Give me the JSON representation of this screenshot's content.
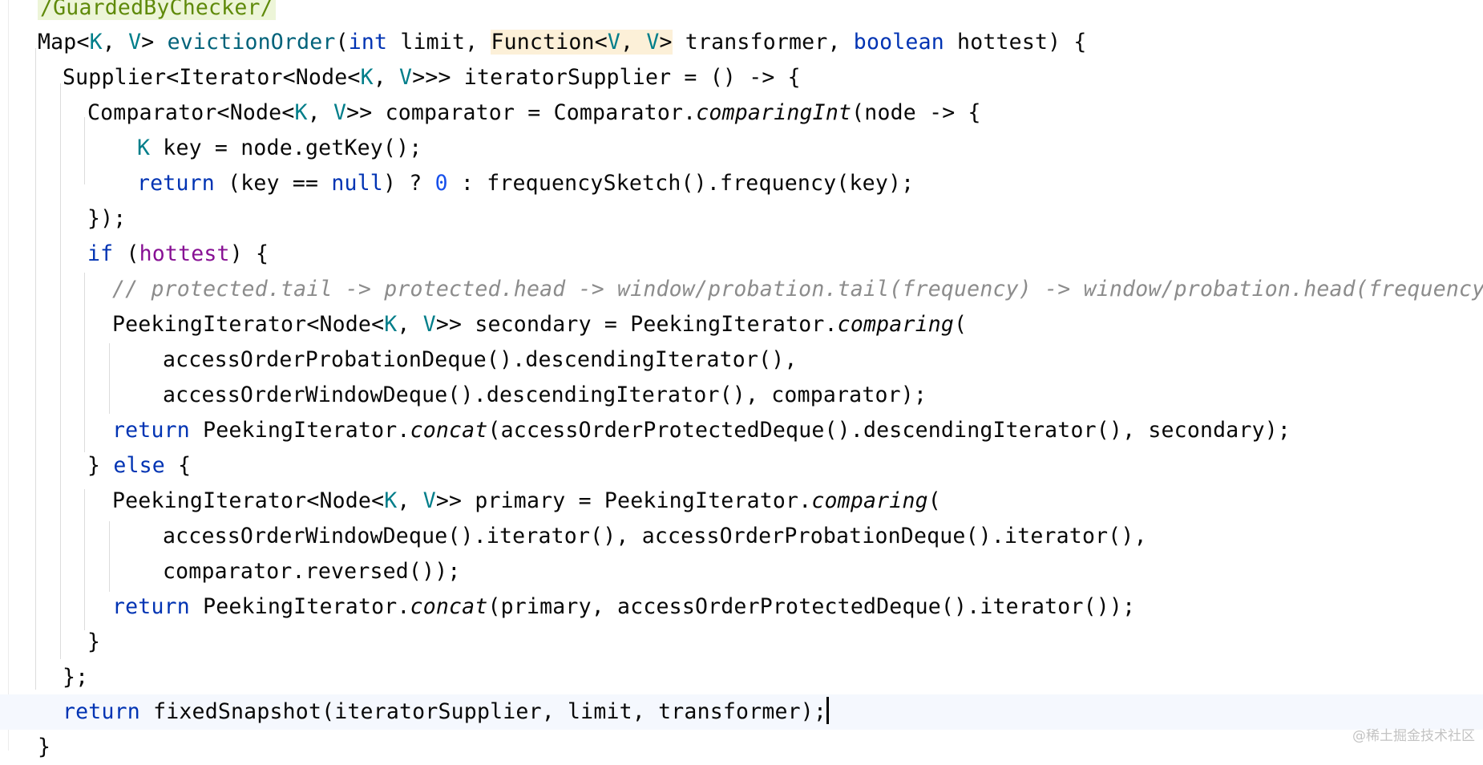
{
  "annotation": "/GuardedByChecker/",
  "lines": {
    "l1": {
      "a": "Map<",
      "b": "K",
      "c": ", ",
      "d": "V",
      "e": "> ",
      "f": "evictionOrder",
      "g": "(",
      "h": "int",
      "i": " limit, ",
      "j": "Function<",
      "k": "V",
      "l": ", ",
      "m": "V",
      "n": ">",
      "o": " transformer, ",
      "p": "boolean",
      "q": " hottest) {"
    },
    "l2": {
      "a": "Supplier<Iterator<Node<",
      "b": "K",
      "c": ", ",
      "d": "V",
      "e": ">>> iteratorSupplier = () -> {"
    },
    "l3": {
      "a": "Comparator<Node<",
      "b": "K",
      "c": ", ",
      "d": "V",
      "e": ">> comparator = Comparator.",
      "f": "comparingInt",
      "g": "(node -> {"
    },
    "l4": {
      "a": "K",
      "b": " key = node.getKey();"
    },
    "l5": {
      "a": "return",
      "b": " (key == ",
      "c": "null",
      "d": ") ? ",
      "e": "0",
      "f": " : frequencySketch().frequency(key);"
    },
    "l6": {
      "a": "});"
    },
    "l7": {
      "a": "if",
      "b": " (",
      "c": "hottest",
      "d": ") {"
    },
    "l8": {
      "a": "// protected.tail -> protected.head -> window/probation.tail(frequency) -> window/probation.head(frequency)"
    },
    "l9": {
      "a": "PeekingIterator<Node<",
      "b": "K",
      "c": ", ",
      "d": "V",
      "e": ">> secondary = PeekingIterator.",
      "f": "comparing",
      "g": "("
    },
    "l10": {
      "a": "accessOrderProbationDeque().descendingIterator(),"
    },
    "l11": {
      "a": "accessOrderWindowDeque().descendingIterator(), comparator);"
    },
    "l12": {
      "a": "return",
      "b": " PeekingIterator.",
      "c": "concat",
      "d": "(accessOrderProtectedDeque().descendingIterator(), secondary);"
    },
    "l13": {
      "a": "} ",
      "b": "else",
      "c": " {"
    },
    "l14": {
      "a": "PeekingIterator<Node<",
      "b": "K",
      "c": ", ",
      "d": "V",
      "e": ">> primary = PeekingIterator.",
      "f": "comparing",
      "g": "("
    },
    "l15": {
      "a": "accessOrderWindowDeque().iterator(), accessOrderProbationDeque().iterator(),"
    },
    "l16": {
      "a": "comparator.reversed());"
    },
    "l17": {
      "a": "return",
      "b": " PeekingIterator.",
      "c": "concat",
      "d": "(primary, accessOrderProtectedDeque().iterator());"
    },
    "l18": {
      "a": "}"
    },
    "l19": {
      "a": "};"
    },
    "l20": {
      "a": "return",
      "b": " fixedSnapshot(iteratorSupplier, limit, transformer);"
    },
    "l21": {
      "a": "}"
    }
  },
  "watermark": "@稀土掘金技术社区",
  "colors": {
    "keyword": "#0033b3",
    "type_param": "#007e8a",
    "method_decl": "#00627a",
    "number": "#1750eb",
    "field": "#871094",
    "comment": "#8c8c8c",
    "annotation_bg": "#edf5d8",
    "highlight_bg": "#fcf0d8",
    "caret_line_bg": "#f5f8fe"
  }
}
